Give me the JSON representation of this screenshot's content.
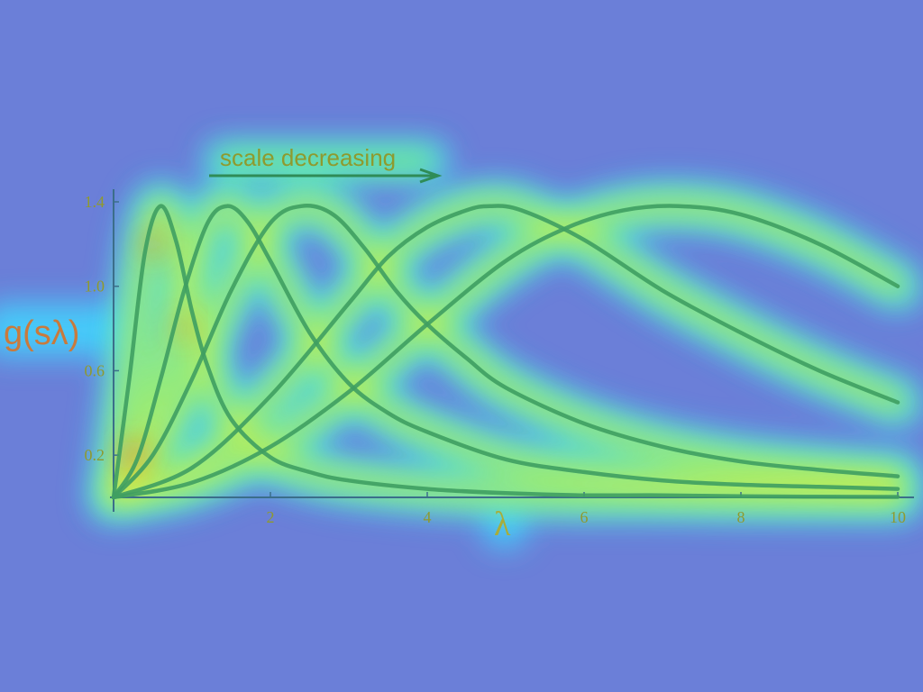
{
  "colors": {
    "background": "#6b7fd8",
    "glow_outer": "#40d8ff",
    "glow_mid": "#7cf07a",
    "glow_inner": "#f2e93a",
    "glow_hot": "#ee5a22",
    "curve": "#3f9e62",
    "axis": "#3b6e8a",
    "label_text": "#c97a3c",
    "annotation_text": "#8f9a2e",
    "annotation_arrow": "#2f8c57"
  },
  "chart_data": {
    "type": "line",
    "xlabel": "λ",
    "ylabel": "g(sλ)",
    "xlim": [
      0,
      10
    ],
    "ylim": [
      0,
      1.4
    ],
    "x_ticks": [
      {
        "value": 2,
        "label": "2"
      },
      {
        "value": 4,
        "label": "4"
      },
      {
        "value": 6,
        "label": "6"
      },
      {
        "value": 8,
        "label": "8"
      },
      {
        "value": 10,
        "label": "10"
      }
    ],
    "y_ticks": [
      {
        "value": 0.2,
        "label": "0.2"
      },
      {
        "value": 0.6,
        "label": "0.6"
      },
      {
        "value": 1.0,
        "label": "1.0"
      },
      {
        "value": 1.4,
        "label": "1.4"
      }
    ],
    "annotation": {
      "text": "scale decreasing",
      "direction": "right"
    },
    "grid": false,
    "legend": "none",
    "series": [
      {
        "x": [
          0,
          0.2,
          0.4,
          0.6,
          0.8,
          1.0,
          1.2,
          1.5,
          2.0,
          2.5,
          3,
          4,
          5,
          6,
          7,
          8,
          9,
          10
        ],
        "y": [
          0,
          0.56,
          1.16,
          1.38,
          1.21,
          0.88,
          0.62,
          0.37,
          0.19,
          0.12,
          0.08,
          0.04,
          0.02,
          0.01,
          0.01,
          0.005,
          0.003,
          0.002
        ]
      },
      {
        "x": [
          0,
          0.3,
          0.6,
          0.9,
          1.2,
          1.45,
          1.7,
          2.0,
          2.5,
          3,
          3.5,
          4,
          5,
          6,
          7,
          8,
          9,
          10
        ],
        "y": [
          0,
          0.18,
          0.56,
          0.98,
          1.3,
          1.38,
          1.31,
          1.12,
          0.78,
          0.54,
          0.4,
          0.31,
          0.18,
          0.12,
          0.08,
          0.06,
          0.05,
          0.04
        ]
      },
      {
        "x": [
          0,
          0.5,
          1.0,
          1.5,
          2.0,
          2.4,
          2.8,
          3.2,
          3.6,
          4,
          4.5,
          5,
          6,
          7,
          8,
          9,
          10
        ],
        "y": [
          0,
          0.2,
          0.56,
          0.98,
          1.3,
          1.38,
          1.34,
          1.18,
          0.98,
          0.82,
          0.66,
          0.52,
          0.35,
          0.24,
          0.17,
          0.13,
          0.1
        ]
      },
      {
        "x": [
          0,
          1,
          2,
          3,
          3.5,
          4,
          4.5,
          4.8,
          5.2,
          6,
          7,
          8,
          9,
          10
        ],
        "y": [
          0,
          0.14,
          0.48,
          0.92,
          1.14,
          1.28,
          1.36,
          1.38,
          1.36,
          1.22,
          0.98,
          0.78,
          0.6,
          0.45
        ]
      },
      {
        "x": [
          0,
          1,
          2,
          3,
          4,
          5,
          5.8,
          6.5,
          7.2,
          8,
          9,
          10
        ],
        "y": [
          0,
          0.07,
          0.24,
          0.5,
          0.82,
          1.12,
          1.28,
          1.36,
          1.38,
          1.34,
          1.2,
          1.0
        ]
      }
    ]
  }
}
